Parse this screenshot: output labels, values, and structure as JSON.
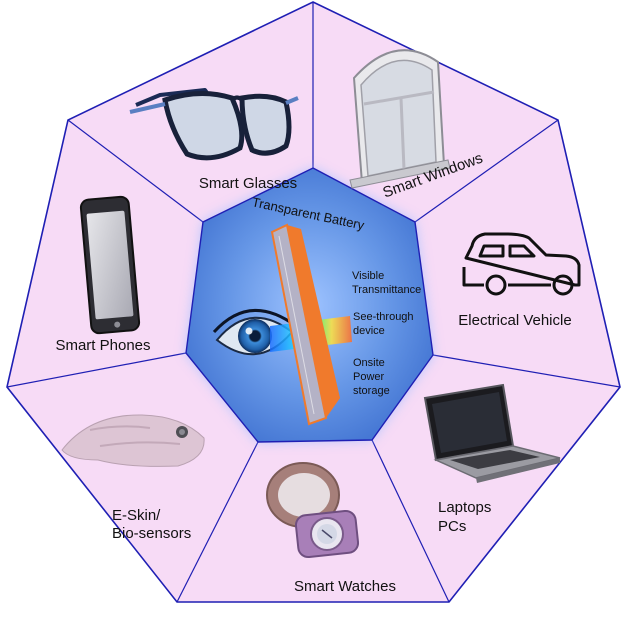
{
  "center": {
    "title": "Transparent Battery",
    "features": [
      {
        "line1": "Visible",
        "line2": "Transmittance",
        "line3": ""
      },
      {
        "line1": "See-through",
        "line2": "device",
        "line3": ""
      },
      {
        "line1": "Onsite",
        "line2": "Power",
        "line3": "storage"
      }
    ]
  },
  "segments": {
    "smart_glasses": {
      "label": "Smart Glasses",
      "icon": "glasses-icon"
    },
    "smart_windows": {
      "label": "Smart Windows",
      "icon": "window-icon"
    },
    "electrical_vehicle": {
      "label": "Electrical Vehicle",
      "icon": "car-icon"
    },
    "laptops": {
      "line1": "Laptops",
      "line2": "PCs",
      "icon": "laptop-icon"
    },
    "smart_watches": {
      "label": "Smart Watches",
      "icon": "watch-icon"
    },
    "eskin": {
      "line1": "E-Skin/",
      "line2": "Bio-sensors",
      "icon": "e-skin-icon"
    },
    "smart_phones": {
      "label": "Smart Phones",
      "icon": "phone-icon"
    }
  },
  "colors": {
    "outer_fill": "#f7dbf6",
    "outline": "#1f1fb4",
    "center_fill": "#4a7fd8",
    "center_glow": "#9fc0ff",
    "pane_fill": "#b4b2c6",
    "pane_edge": "#f07a2c"
  }
}
